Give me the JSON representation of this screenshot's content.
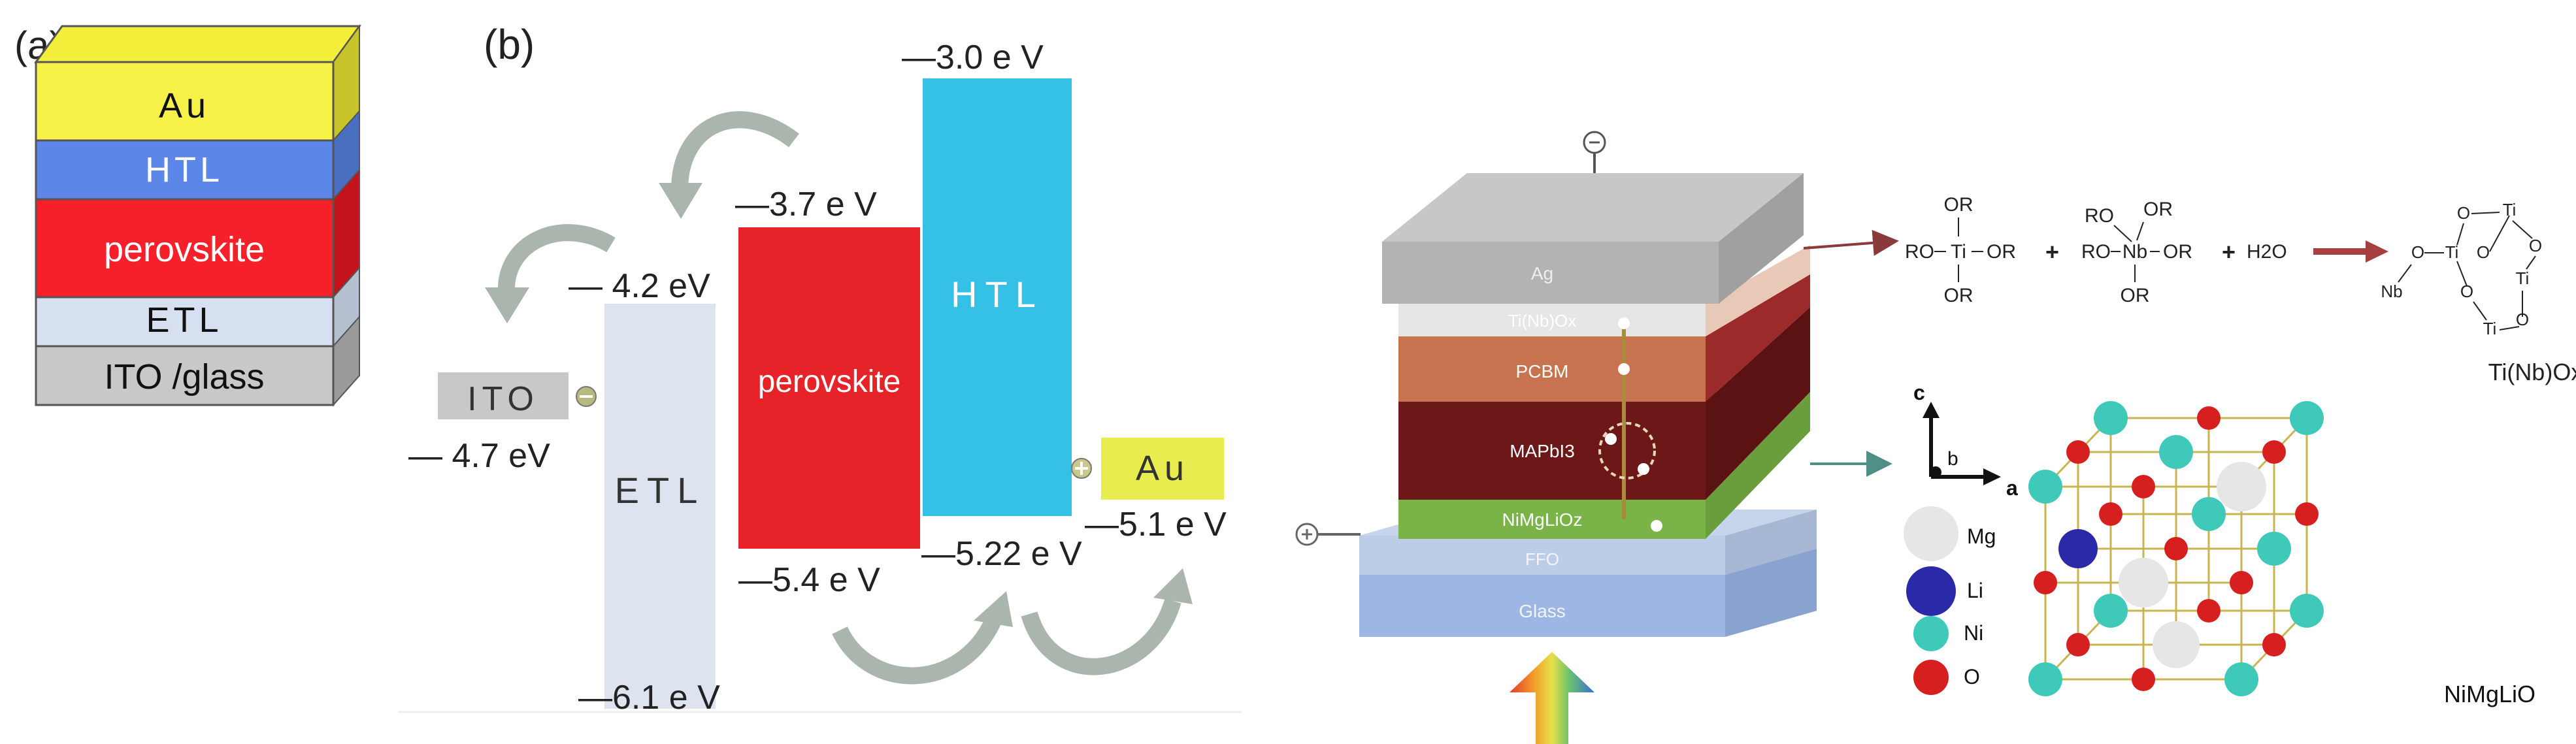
{
  "panel_a": {
    "label": "(a)",
    "layers": [
      {
        "text": "Au",
        "color": "#f6f24a"
      },
      {
        "text": "HTL",
        "color": "#5c87e8"
      },
      {
        "text": "perovskite",
        "color": "#f5202a"
      },
      {
        "text": "ETL",
        "color": "#d6e0f0"
      },
      {
        "text": "ITO /glass",
        "color": "#c8c8c8"
      }
    ]
  },
  "panel_b": {
    "label": "(b)",
    "ito": {
      "text": "ITO",
      "level": "— 4.7 eV"
    },
    "etl": {
      "text": "ETL",
      "top": "— 4.2 eV",
      "bottom": "—6.1 e V"
    },
    "perovskite": {
      "text": "perovskite",
      "top": "—3.7 e V",
      "bottom": "—5.4 e V"
    },
    "htl": {
      "text": "HTL",
      "top": "—3.0  e V",
      "bottom": "—5.22 e V"
    },
    "au": {
      "text": "Au",
      "level": "—5.1 e V"
    },
    "colors": {
      "ito": "#c8c8c8",
      "etl": "#dde4ef",
      "perovskite": "#e52328",
      "htl": "#35c1e6",
      "au": "#e9ec4f"
    }
  },
  "device": {
    "layers": [
      "Ag",
      "Ti(Nb)Ox",
      "PCBM",
      "MAPbI3",
      "NiMgLiOz",
      "FFO",
      "Glass"
    ],
    "minus": "⊖",
    "plus": "⊕"
  },
  "chem": {
    "m1_top": "OR",
    "m1_left": "RO",
    "m1_center": "Ti",
    "m1_right": "OR",
    "m1_bottom": "OR",
    "plus1": "+",
    "m2_tl": "RO",
    "m2_tr": "OR",
    "m2_left": "RO",
    "m2_center": "Nb",
    "m2_right": "OR",
    "m2_bottom": "OR",
    "plus2": "+",
    "water": "H2O",
    "product_caption": "Ti(Nb)Ox",
    "p_atoms": [
      "O",
      "Ti",
      "O",
      "Ti",
      "O",
      "O",
      "Ti",
      "O",
      "Ti",
      "O",
      "Nb"
    ]
  },
  "crystal": {
    "axes": {
      "c": "c",
      "b": "b",
      "a": "a"
    },
    "legend": [
      {
        "symbol": "Mg",
        "color": "#e6e6e6"
      },
      {
        "symbol": "Li",
        "color": "#2a2aa8"
      },
      {
        "symbol": "Ni",
        "color": "#3fc9b9"
      },
      {
        "symbol": "O",
        "color": "#d61f1f"
      }
    ],
    "caption": "NiMgLiO"
  }
}
